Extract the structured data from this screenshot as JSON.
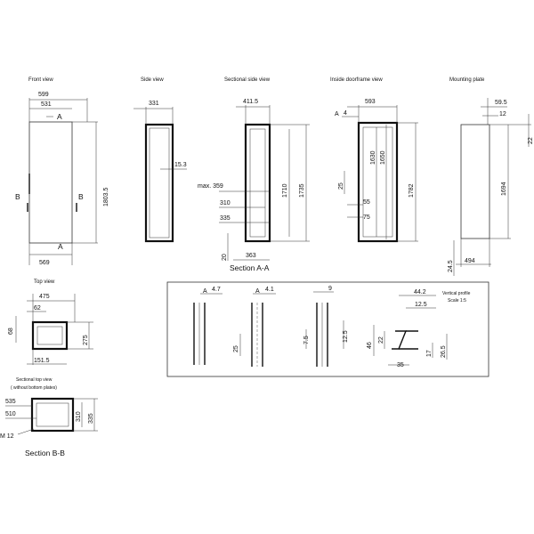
{
  "views": {
    "front_view": {
      "title": "Front view",
      "dim_top_outer": "599",
      "dim_top_inner": "531",
      "dim_bottom": "569",
      "dim_height": "1803.5",
      "label_a_top": "A",
      "label_a_bottom": "A",
      "label_b_left": "B",
      "label_b_right": "B"
    },
    "side_view": {
      "title": "Side view",
      "dim_depth": "331",
      "dim_side": "15.3"
    },
    "sectional_side_view": {
      "title": "Sectional side view",
      "dim_top": "411.5",
      "dim_max": "max. 359",
      "dim_310": "310",
      "dim_335": "335",
      "dim_20": "20",
      "dim_363": "363",
      "dim_1710": "1710",
      "dim_1735": "1735",
      "caption": "Section A-A"
    },
    "inside_doorframe_view": {
      "title": "Inside doorframe view",
      "label_a": "A",
      "dim_4": "4",
      "dim_593": "593",
      "dim_1630": "1630",
      "dim_1650": "1650",
      "dim_1782": "1782",
      "dim_25": "25",
      "dim_55": "55",
      "dim_75": "75"
    },
    "mounting_plate": {
      "title": "Mounting plate",
      "dim_59_5": "59.5",
      "dim_12": "12",
      "dim_22": "22",
      "dim_1694": "1694",
      "dim_24_5": "24.5",
      "dim_494": "494"
    },
    "top_view": {
      "title": "Top view",
      "dim_475": "475",
      "dim_62": "62",
      "dim_68": "68",
      "dim_275": "275",
      "dim_151_5": "151.5"
    },
    "sectional_top_view": {
      "title": "Sectional top view",
      "subtitle": "( without bottom plates)",
      "dim_535": "535",
      "dim_510": "510",
      "dim_310": "310",
      "dim_335": "335",
      "dim_m12": "M 12",
      "caption": "Section B-B"
    },
    "details": {
      "detail1_label": "A",
      "detail1_dim": "4.7",
      "detail2_label": "A",
      "detail2_dim": "4.1",
      "detail2_dim_25": "25",
      "detail3_dim_9": "9",
      "detail3_dim_7_5": "7.5",
      "detail3_dim_12_5": "12.5",
      "profile_title": "Vertical profile",
      "profile_scale": "Scale 1:5",
      "profile_dim_44_2": "44.2",
      "profile_dim_12_5": "12.5",
      "profile_dim_46": "46",
      "profile_dim_22": "22",
      "profile_dim_17": "17",
      "profile_dim_26_5": "26.5",
      "profile_dim_35": "35"
    }
  }
}
